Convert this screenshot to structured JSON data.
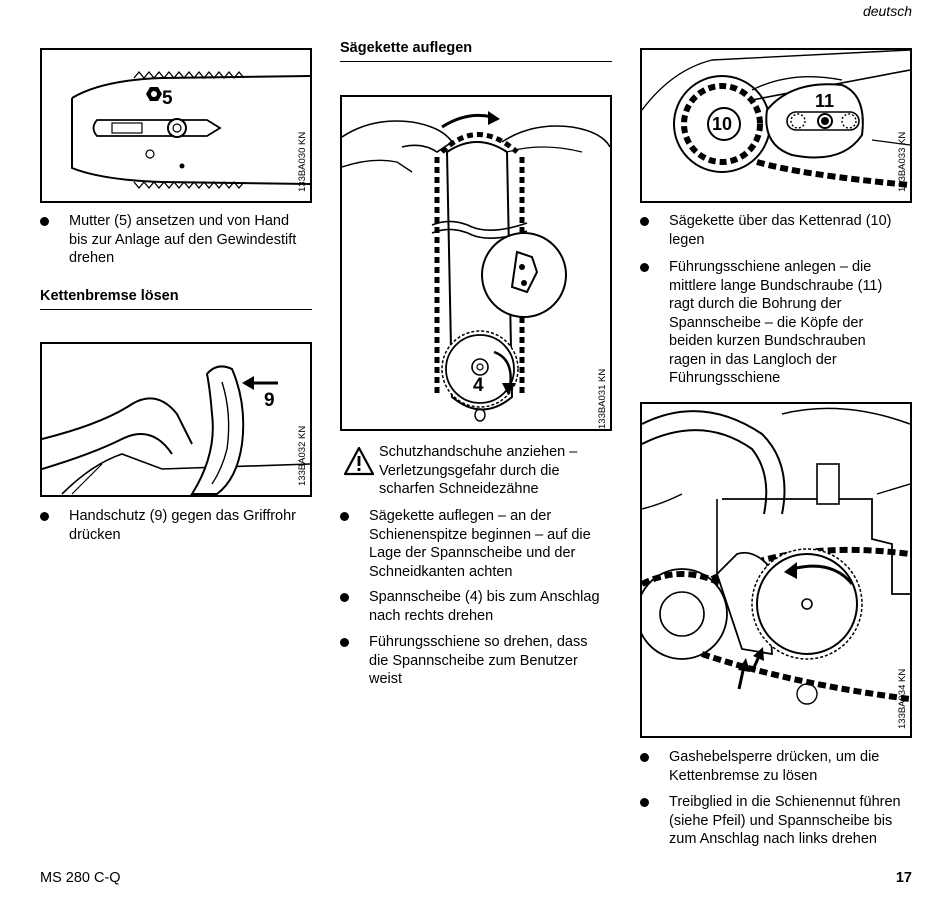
{
  "header": {
    "language": "deutsch"
  },
  "col1": {
    "figure1": {
      "code": "133BA030 KN",
      "label": "5"
    },
    "bullet1": [
      "Mutter (5) ansetzen und von Hand",
      "bis zur Anlage auf den Gewindestift",
      "drehen"
    ],
    "heading": "Kettenbremse lösen",
    "figure2": {
      "code": "133BA032 KN",
      "label": "9"
    },
    "bullet2": [
      "Handschutz (9) gegen das Griffrohr",
      "drücken"
    ]
  },
  "col2": {
    "heading": "Sägekette auflegen",
    "figure": {
      "code": "133BA031 KN",
      "label": "4"
    },
    "warning": [
      "Schutzhandschuhe anziehen –",
      "Verletzungsgefahr durch die",
      "scharfen Schneidezähne"
    ],
    "bullet1": [
      "Sägekette auflegen – an der",
      "Schienenspitze beginnen – auf die",
      "Lage der Spannscheibe und der",
      "Schneidkanten achten"
    ],
    "bullet2": [
      "Spannscheibe (4) bis zum Anschlag",
      "nach rechts drehen"
    ],
    "bullet3": [
      "Führungsschiene so drehen, dass",
      "die Spannscheibe zum Benutzer",
      "weist"
    ]
  },
  "col3": {
    "figure1": {
      "code": "133BA033 KN",
      "label_a": "10",
      "label_b": "11"
    },
    "bullet1": [
      "Sägekette über das Kettenrad (10)",
      "legen"
    ],
    "bullet2": [
      "Führungsschiene anlegen – die",
      "mittlere lange Bundschraube (11)",
      "ragt durch die Bohrung der",
      "Spannscheibe – die Köpfe der",
      "beiden kurzen Bundschrauben",
      "ragen in das Langloch der",
      "Führungsschiene"
    ],
    "figure2": {
      "code": "133BA034 KN"
    },
    "bullet3": [
      "Gashebelsperre drücken, um die",
      "Kettenbremse zu lösen"
    ],
    "bullet4": [
      "Treibglied in die Schienennut führen",
      "(siehe Pfeil) und Spannscheibe bis",
      "zum Anschlag nach links drehen"
    ]
  },
  "footer": {
    "model": "MS 280 C-Q",
    "page": "17"
  }
}
